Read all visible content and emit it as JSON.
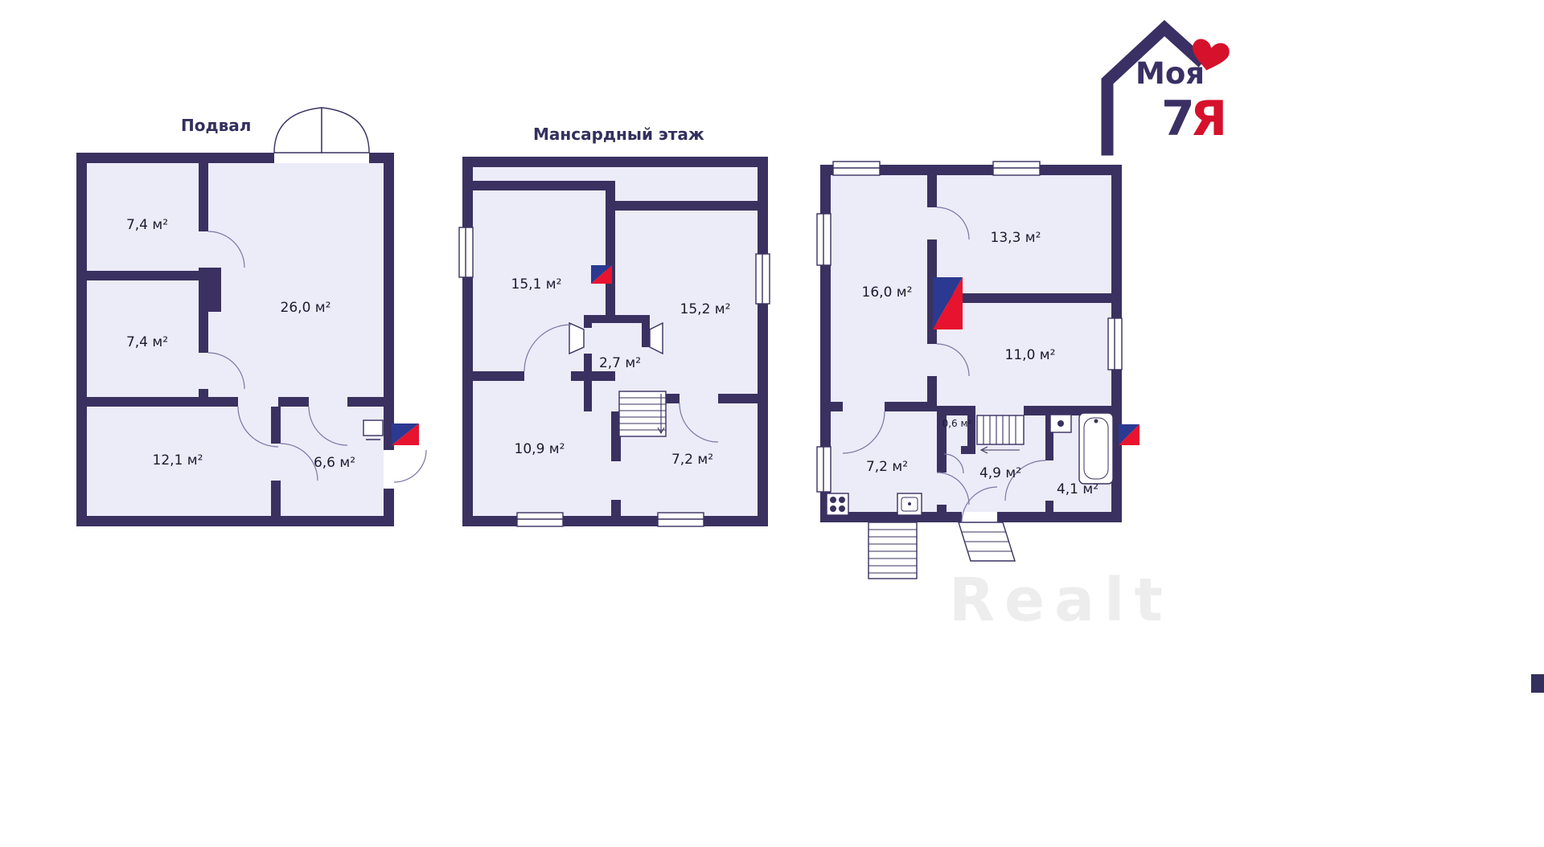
{
  "colors": {
    "wall": "#3a3160",
    "room": "#ecebf8",
    "background": "#ffffff",
    "marker_red": "#e8132e",
    "marker_blue": "#2b3990",
    "label_text": "#1b1b2f",
    "title_text": "#33305e",
    "watermark": "#ededed",
    "logo_navy": "#3a3064",
    "logo_red": "#d6112b"
  },
  "plans": [
    {
      "title": "Подвал",
      "rooms": [
        {
          "area": "7,4 м²"
        },
        {
          "area": "7,4 м²"
        },
        {
          "area": "26,0 м²"
        },
        {
          "area": "12,1 м²"
        },
        {
          "area": "6,6 м²"
        }
      ]
    },
    {
      "title": "Мансардный этаж",
      "rooms": [
        {
          "area": "15,1 м²"
        },
        {
          "area": "15,2 м²"
        },
        {
          "area": "2,7 м²"
        },
        {
          "area": "10,9 м²"
        },
        {
          "area": "7,2 м²"
        }
      ]
    },
    {
      "rooms": [
        {
          "area": "16,0 м²"
        },
        {
          "area": "13,3 м²"
        },
        {
          "area": "11,0 м²"
        },
        {
          "area": "0,6 м²"
        },
        {
          "area": "7,2 м²"
        },
        {
          "area": "4,9 м²"
        },
        {
          "area": "4,1 м²"
        }
      ]
    }
  ],
  "logo": {
    "word": "Моя",
    "digit": "7",
    "letter": "Я"
  },
  "watermark": "Realt"
}
